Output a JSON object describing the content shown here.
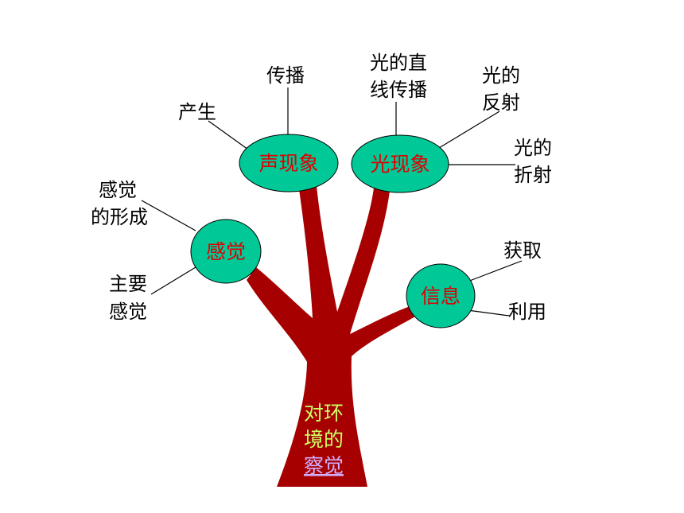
{
  "colors": {
    "trunk": "#a70000",
    "node_fill": "#00c896",
    "node_stroke": "#000000",
    "node_text": "#e00000",
    "trunk_text": "#ccff66",
    "link_text": "#d2b0ff",
    "line": "#000000"
  },
  "trunk": {
    "line1": "对环",
    "line2": "境的",
    "line3_link": "察觉"
  },
  "nodes": {
    "sound": {
      "label": "声现象"
    },
    "light": {
      "label": "光现象"
    },
    "sense": {
      "label": "感觉"
    },
    "info": {
      "label": "信息"
    }
  },
  "leaves": {
    "sound_produce": "产生",
    "sound_propagate": "传播",
    "light_straight_1": "光的直",
    "light_straight_2": "线传播",
    "light_reflect_1": "光的",
    "light_reflect_2": "反射",
    "light_refract_1": "光的",
    "light_refract_2": "折射",
    "sense_form_1": "感觉",
    "sense_form_2": "的形成",
    "sense_main_1": "主要",
    "sense_main_2": "感觉",
    "info_obtain": "获取",
    "info_use": "利用"
  }
}
